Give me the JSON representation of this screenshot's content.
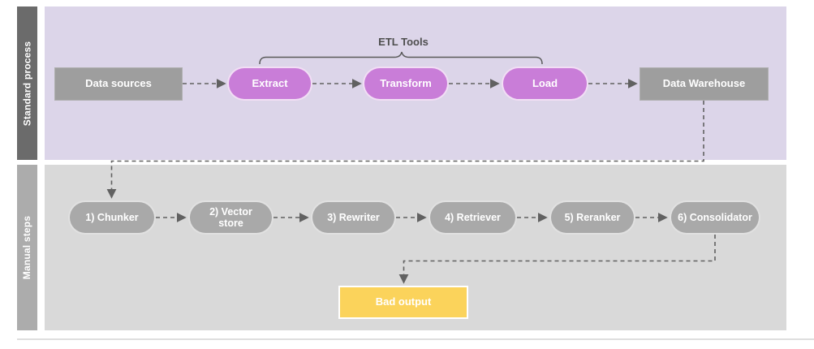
{
  "diagram": {
    "lanes": {
      "standard": "Standard process",
      "manual": "Manual steps"
    },
    "standard_nodes": {
      "data_sources": "Data sources",
      "extract": "Extract",
      "transform": "Transform",
      "load": "Load",
      "data_warehouse": "Data Warehouse"
    },
    "etl_tools_label": "ETL Tools",
    "manual_nodes": {
      "step1": "1) Chunker",
      "step2": "2) Vector store",
      "step3": "3) Rewriter",
      "step4": "4) Retriever",
      "step5": "5) Reranker",
      "step6": "6) Consolidator"
    },
    "output_node": "Bad output",
    "colors": {
      "standard_lane_bg": "#dcd5e9",
      "manual_lane_bg": "#d9d9d9",
      "standard_label_bg": "#6b6b6b",
      "manual_label_bg": "#acacac",
      "gray_node": "#9e9e9e",
      "etl_node": "#c97dd8",
      "manual_step_node": "#a9a9a9",
      "bad_output_node": "#fbd35b",
      "connector": "#616161"
    }
  }
}
